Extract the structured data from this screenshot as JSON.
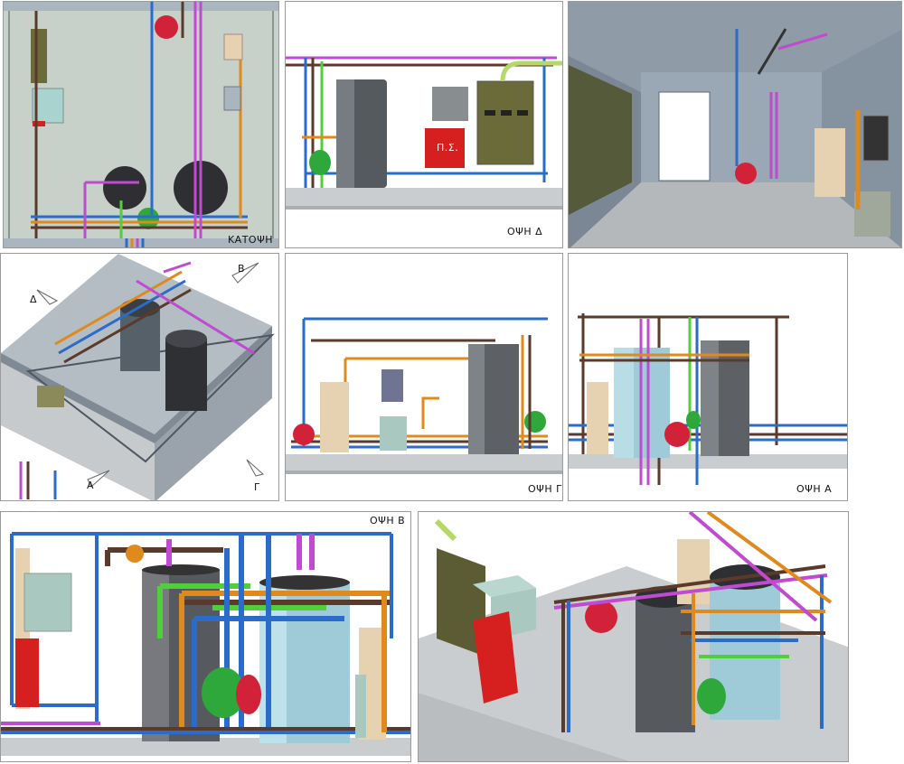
{
  "views": {
    "plan": {
      "label": "ΚΑΤΟΨΗ"
    },
    "delta": {
      "label": "ΟΨΗ  Δ",
      "panel_sign": "Π.Σ."
    },
    "gamma": {
      "label": "ΟΨΗ  Γ"
    },
    "alpha": {
      "label": "ΟΨΗ Α"
    },
    "beta": {
      "label": "ΟΨΗ Β"
    }
  },
  "iso_directions": {
    "a": "Α",
    "b": "Β",
    "g": "Γ",
    "d": "Δ"
  },
  "colors": {
    "wall": "#b8c2cc",
    "floor": "#cfd3d6",
    "slab": "#c9cdcf",
    "tank_dark": "#3f3f44",
    "tank_light": "#9fcbd8",
    "expansion_red": "#d2223a",
    "expansion_green": "#2ea83a",
    "pipe_blue": "#2a6cc9",
    "pipe_orange": "#e08a1e",
    "pipe_magenta": "#c04ad0",
    "pipe_green": "#4fd03a",
    "pipe_brown": "#5a3a2a",
    "pipe_lime": "#b5d86a",
    "cabinet_olive": "#6b6b3a",
    "panel_red": "#d61f1f",
    "boiler_beige": "#e6d2b0"
  }
}
